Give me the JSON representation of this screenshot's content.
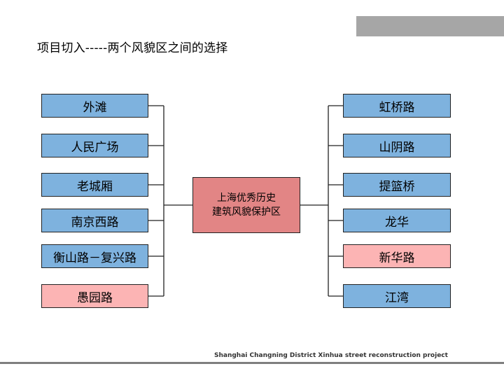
{
  "title": "项目切入-----两个风貌区之间的选择",
  "center_node": {
    "line1": "上海优秀历史",
    "line2": "建筑风貌保护区"
  },
  "left_nodes": [
    {
      "label": "外滩",
      "highlight": false
    },
    {
      "label": "人民广场",
      "highlight": false
    },
    {
      "label": "老城厢",
      "highlight": false
    },
    {
      "label": "南京西路",
      "highlight": false
    },
    {
      "label": "衡山路－复兴路",
      "highlight": false
    },
    {
      "label": "愚园路",
      "highlight": true
    }
  ],
  "right_nodes": [
    {
      "label": "虹桥路",
      "highlight": false
    },
    {
      "label": "山阴路",
      "highlight": false
    },
    {
      "label": "提篮桥",
      "highlight": false
    },
    {
      "label": "龙华",
      "highlight": false
    },
    {
      "label": "新华路",
      "highlight": true
    },
    {
      "label": "江湾",
      "highlight": false
    }
  ],
  "footer": "Shanghai Changning District Xinhua street reconstruction project",
  "colors": {
    "node_default": "#7eb2de",
    "node_highlight": "#fcb4b4",
    "center_node": "#e28585"
  }
}
